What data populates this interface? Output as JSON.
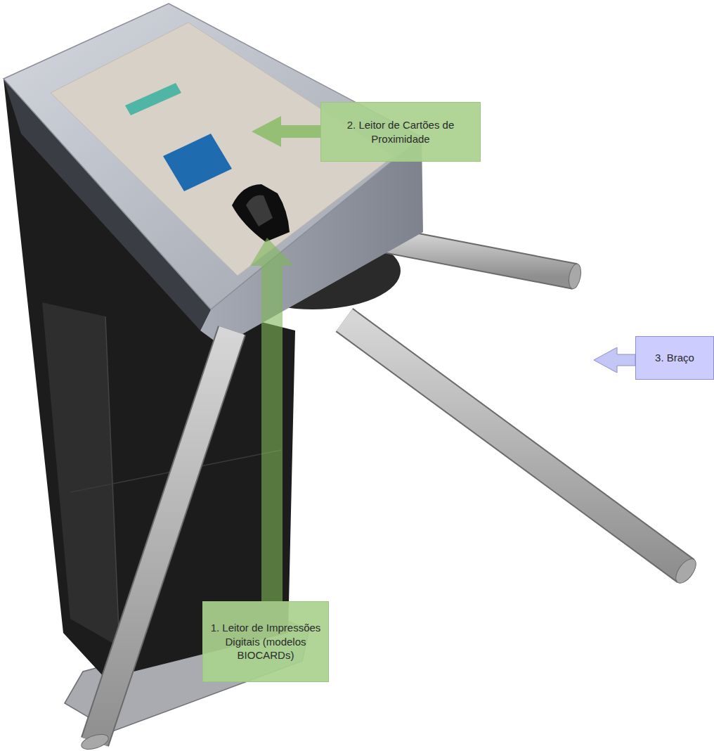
{
  "diagram": {
    "nodes": [
      {
        "text": [
          "2. Leitor de Cartões de Proximidade"
        ]
      },
      {
        "text": [
          "3. Braço"
        ]
      },
      {
        "text": [
          "1. Leitor de Impressões Digitais (modelos BIOCARDs)"
        ]
      }
    ]
  }
}
